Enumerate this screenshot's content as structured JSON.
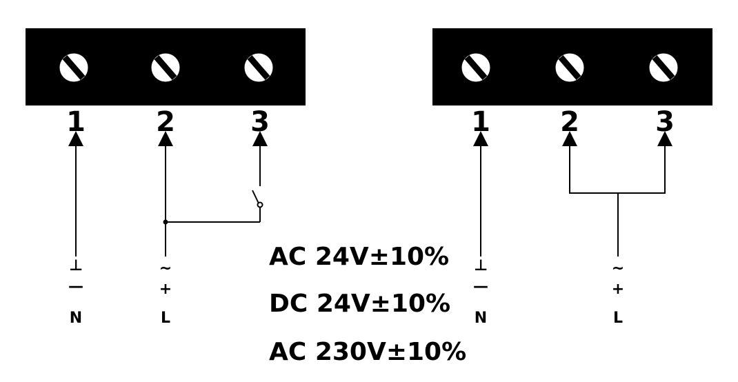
{
  "diagram": {
    "left": {
      "terminals": [
        "1",
        "2",
        "3"
      ],
      "neutral_symbol_top": "⊥",
      "neutral_symbol_bottom": "—",
      "neutral_label": "N",
      "live_symbol_top": "~",
      "live_symbol_bottom": "+",
      "live_label": "L"
    },
    "right": {
      "terminals": [
        "1",
        "2",
        "3"
      ],
      "neutral_symbol_top": "⊥",
      "neutral_symbol_bottom": "—",
      "neutral_label": "N",
      "live_symbol_top": "~",
      "live_symbol_bottom": "+",
      "live_label": "L"
    },
    "specs": [
      "AC 24V±10%",
      "DC 24V±10%",
      "AC 230V±10%"
    ]
  }
}
